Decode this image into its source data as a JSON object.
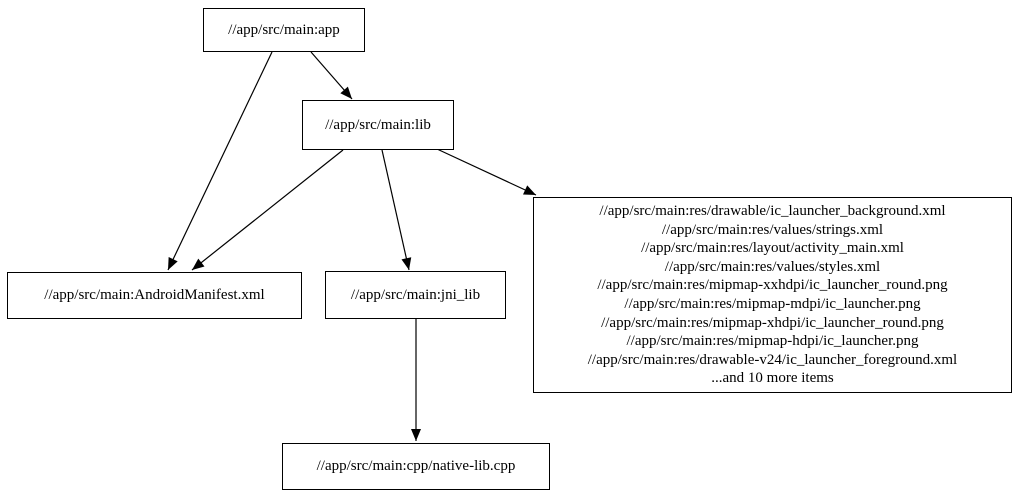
{
  "diagram": {
    "type": "dependency-graph",
    "colors": {
      "background": "#ffffff",
      "node_fill": "#ffffff",
      "node_border": "#000000",
      "edge": "#000000",
      "text": "#000000"
    },
    "nodes": {
      "app": {
        "label": "//app/src/main:app"
      },
      "lib": {
        "label": "//app/src/main:lib"
      },
      "manifest": {
        "label": "//app/src/main:AndroidManifest.xml"
      },
      "jni_lib": {
        "label": "//app/src/main:jni_lib"
      },
      "native_lib": {
        "label": "//app/src/main:cpp/native-lib.cpp"
      },
      "resources": {
        "lines": [
          "//app/src/main:res/drawable/ic_launcher_background.xml",
          "//app/src/main:res/values/strings.xml",
          "//app/src/main:res/layout/activity_main.xml",
          "//app/src/main:res/values/styles.xml",
          "//app/src/main:res/mipmap-xxhdpi/ic_launcher_round.png",
          "//app/src/main:res/mipmap-mdpi/ic_launcher.png",
          "//app/src/main:res/mipmap-xhdpi/ic_launcher_round.png",
          "//app/src/main:res/mipmap-hdpi/ic_launcher.png",
          "//app/src/main:res/drawable-v24/ic_launcher_foreground.xml",
          "...and 10 more items"
        ]
      }
    },
    "edges": [
      {
        "from": "app",
        "to": "lib"
      },
      {
        "from": "app",
        "to": "manifest"
      },
      {
        "from": "lib",
        "to": "manifest"
      },
      {
        "from": "lib",
        "to": "jni_lib"
      },
      {
        "from": "lib",
        "to": "resources"
      },
      {
        "from": "jni_lib",
        "to": "native_lib"
      }
    ]
  }
}
